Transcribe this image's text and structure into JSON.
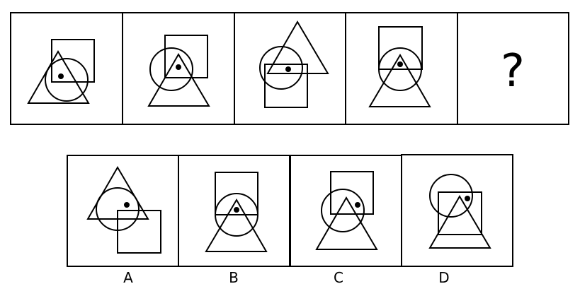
{
  "question_mark": "?",
  "option_labels": [
    "A",
    "B",
    "C",
    "D"
  ]
}
